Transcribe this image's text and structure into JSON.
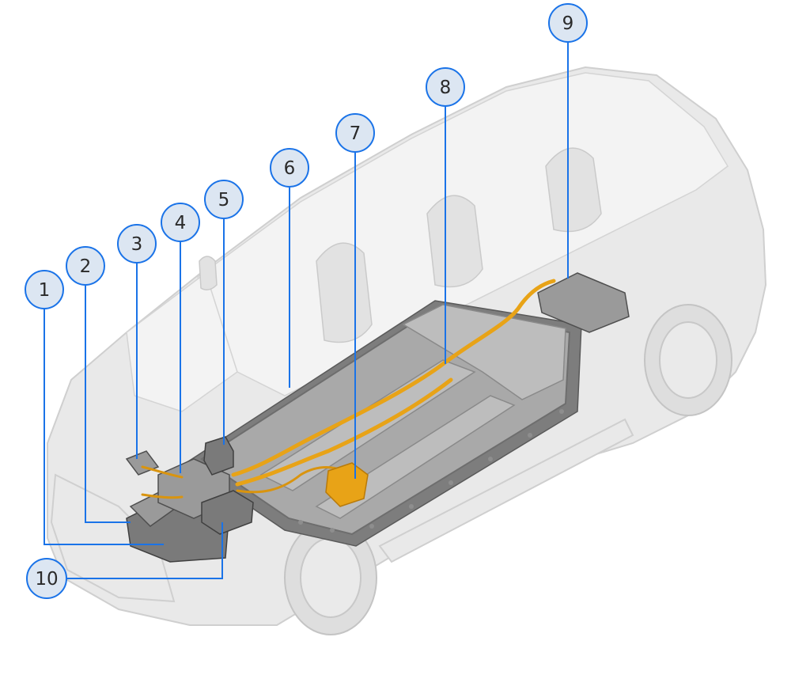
{
  "callouts": [
    {
      "id": "callout-1",
      "label": "1"
    },
    {
      "id": "callout-2",
      "label": "2"
    },
    {
      "id": "callout-3",
      "label": "3"
    },
    {
      "id": "callout-4",
      "label": "4"
    },
    {
      "id": "callout-5",
      "label": "5"
    },
    {
      "id": "callout-6",
      "label": "6"
    },
    {
      "id": "callout-7",
      "label": "7"
    },
    {
      "id": "callout-8",
      "label": "8"
    },
    {
      "id": "callout-9",
      "label": "9"
    },
    {
      "id": "callout-10",
      "label": "10"
    }
  ],
  "colors": {
    "callout_stroke": "#1a73e8",
    "callout_fill": "#dce6f2",
    "cable": "#e8a317",
    "battery": "#a9a9a9",
    "car_body": "#e9e9e9"
  },
  "icons": [
    "car-illustration",
    "battery-pack-illustration",
    "hv-cable-illustration"
  ]
}
